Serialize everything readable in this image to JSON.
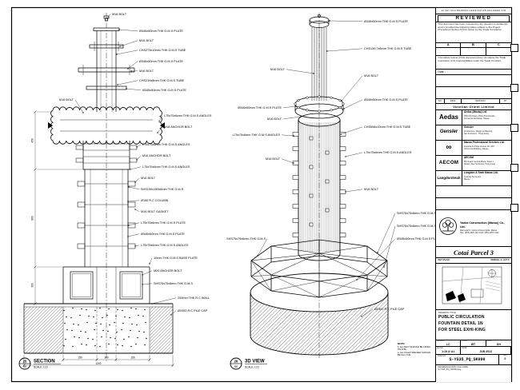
{
  "views": {
    "section": {
      "num": "25",
      "sheet_ref": "SK",
      "title": "SECTION",
      "scale": "SCALE 1:10"
    },
    "view3d": {
      "num": "26",
      "sheet_ref": "SK",
      "title": "3D VIEW",
      "scale": "SCALE 1:10"
    }
  },
  "dimensions": {
    "bottom": [
      "150",
      "300",
      "150"
    ],
    "overall": "1200",
    "left": [
      "450",
      "800",
      "300"
    ]
  },
  "annotations": {
    "section": [
      "M16 BOLT",
      "Ø345x50mm THK G.M.S PLATE",
      "M16 BOLT",
      "CHS273x10mm THK G.M.S TUBE",
      "Ø345x50mm THK G.M.S PLATE",
      "M16 BOLT",
      "CHS219x8mm THK G.M.S TUBE",
      "Ø345x50mm THK G.M.S PLATE",
      "L75x75x6mm THK G.M.S ANGLES",
      "M16 ANCHOR BOLT",
      "L75x75x6mm THK G.M.S ANGLES",
      "M16 ANCHOR BOLT",
      "L75x75x6mm THK G.M.S ANGLES",
      "M16 BOLT",
      "SHS150x150x6mm THK G.M.S",
      "Ø150 R.C COLUMN",
      "M16 BOLT GASKET",
      "L75x75x6mm THK G.M.S PLATE",
      "Ø345x50mm THK G.M.S PLATE",
      "L75x75x6mm THK G.M.S ANGLES",
      "10mm THK G.M.S BASE PLATE",
      "M20 ANCHOR BOLT",
      "SHS75x75x6mm THK G.M.S",
      "200mm THK R.C WALL",
      "Ø2300 R.C PILE CAP",
      "M16 BOLT"
    ],
    "view3d": [
      "Ø345x50mm THK G.M.S PLATE",
      "CHS139.7x8mm THK G.M.S TUBE",
      "M16 BOLT",
      "Ø345x50mm THK G.M.S PLATE",
      "CHS508x10mm THK G.M.S TUBE",
      "L75x75x6mm THK G.M.S ANGLES",
      "M16 BOLT",
      "SHS75x75x6mm THK G.M.S",
      "SHS75x75x6mm THK G.M.S",
      "Ø345x50mm THK G.M.S PLATE",
      "Ø2300 R.C PILE CAP",
      "M16 BOLT",
      "Ø345x50mm THK G.M.S PLATE",
      "M16 BOLT",
      "L75x75x6mm THK G.M.S ANGLES",
      "M16 BOLT",
      "SHS75x75x6mm THK G.M.S"
    ]
  },
  "notes": {
    "title": "NOTE:",
    "item1": "1. ALL BOLT SHOULD BE FIXING ON SITE.",
    "item2": "2. ALL FILLET WELDED SHOULD BE 6mm THK."
  },
  "title_block": {
    "strip": "22 SET 0124 DRAWING VERIFICATION ENGINEER STR",
    "reviewed": {
      "title": "REVIEWED",
      "body": "This document has been reviewed by the relevant consultant(s) and is provided the following status subject to the Project Procedures Section 5.5 for action by the Trade Contractor.",
      "cols": [
        "A",
        "B",
        "C"
      ],
      "note": "Consultant review of this document does not relieve the Trade Contractor of its responsibilities under the Trade Contract.",
      "date_label": "Date :"
    },
    "rev_header": {
      "no": "NO.",
      "date": "DATE",
      "desc": "REVISION",
      "by": "BY"
    },
    "companies": [
      {
        "logo": "",
        "name": "Venetian Orient Limited",
        "l1": "",
        "l2": ""
      },
      {
        "logo": "Aedas",
        "name": "Aedas (Macau) Ltd.",
        "l1": "35/F AIA Tower, 251A-301 Avenida",
        "l2": "Comercial de Macau, Macau"
      },
      {
        "logo": "Gensler",
        "name": "Gensler",
        "l1": "Architecture, Design & Planning",
        "l2": "San Francisco · Hong Kong"
      },
      {
        "logo": "∞",
        "name": "Macau Professional Services Ltd.",
        "l1": "Avenida da Praia Grande No. 409",
        "l2": "China Law Building, Macau"
      },
      {
        "logo": "AECOM",
        "name": "AECOM",
        "l1": "8/F Grand Central Plaza, Tower 2",
        "l2": "Shatin, New Territories, Hong Kong"
      },
      {
        "logo": "LangdonSeah",
        "name": "Langdon & Seah Macau Ltd.",
        "l1": "Quantity Surveyors",
        "l2": "Macau"
      }
    ],
    "contractor": {
      "name": "Yadea Construction (Macau) Co., Ltd.",
      "l1": "Alameda Dr. Carlos d'Assumpção, Macau",
      "l2": "TEL: (853) 2870 1111   FAX: (853) 2870 1112"
    },
    "project": "Cotai Parcel 3",
    "keyplan": {
      "label": "KEY PLAN",
      "parcel": "PARCEL 3, LOT 3"
    },
    "drawing_title": {
      "label": "DRAWING TITLE:",
      "line1": "PUBLIC CIRCULATION",
      "line2": "FOUNTAIN DETAIL 1N",
      "line3": "FOR STEEL EXHI-KING"
    },
    "fields": {
      "drawn_label": "DRAWN",
      "drawn": "LC",
      "checked_label": "CHKD",
      "checked": "WT",
      "approved_label": "APPD",
      "approved": "KH",
      "scale_label": "SCALE",
      "scale": "1:10 @ A1",
      "date_label": "DATE",
      "date": "JUN 2013"
    },
    "dwg": {
      "label": "DWG NO.",
      "number": "S-YS35_PQ_SK090",
      "rev_label": "REV",
      "rev": "0"
    },
    "footer": {
      "line1": "REFERENCE DWG FILE NAME",
      "line2": "S-YS35_PQ_SK090.dwg"
    }
  }
}
